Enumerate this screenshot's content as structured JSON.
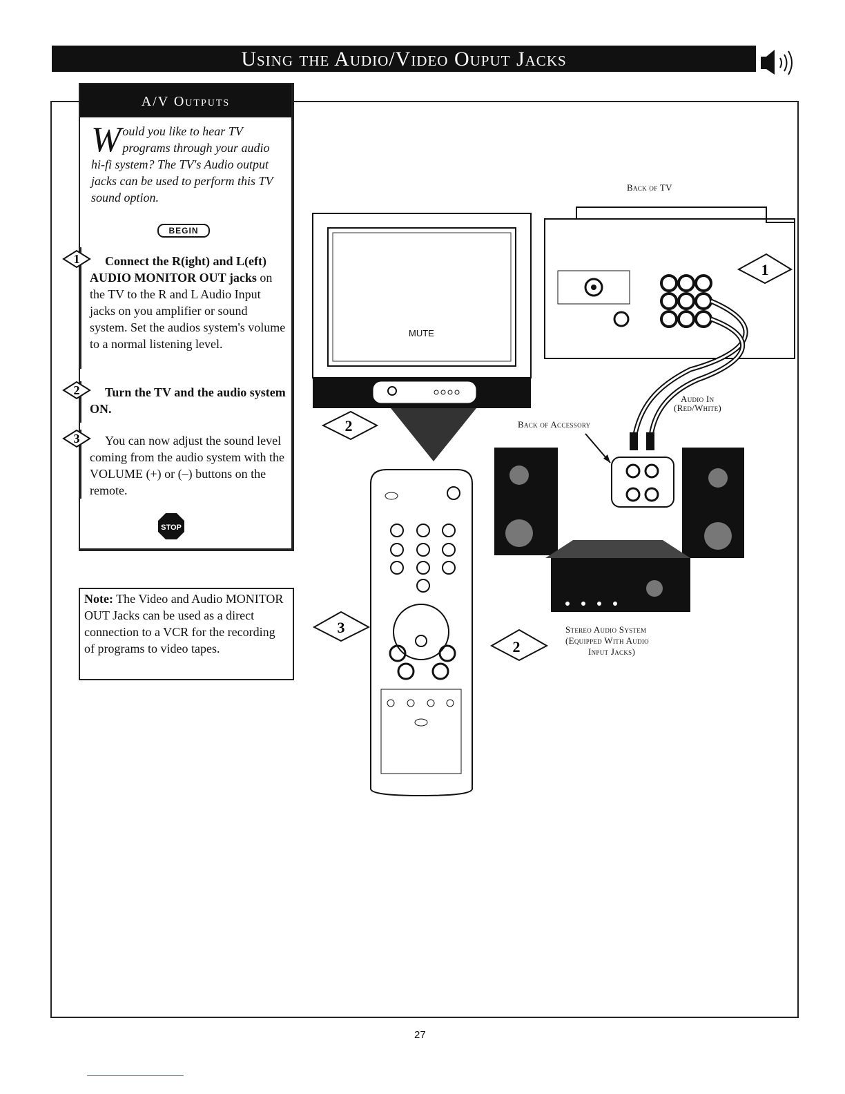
{
  "page": {
    "title": "Using the Audio/Video Ouput Jacks",
    "page_number": "27"
  },
  "panel": {
    "header": "A/V Outputs",
    "intro_dropcap": "W",
    "intro_rest": "ould you like to hear TV programs through your audio hi-fi system? The TV's Audio output jacks can be used to perform this TV sound option.",
    "begin_label": "BEGIN",
    "steps": [
      {
        "number": "1",
        "bold": "Connect the R(ight) and L(eft) AUDIO MONITOR OUT jacks",
        "text": " on the TV to the R and L Audio Input jacks on you amplifier or sound system. Set the audios system's volume to a normal listening level."
      },
      {
        "number": "2",
        "bold": "Turn the TV and the audio system  ON.",
        "text": ""
      },
      {
        "number": "3",
        "bold": "",
        "text": "You can now adjust the sound level coming from the audio system with the VOLUME (+) or (–) buttons on the remote."
      }
    ],
    "stop_label": "STOP"
  },
  "note": {
    "bold": "Note:",
    "text": " The Video and Audio MONITOR OUT Jacks can be used as a direct connection to a VCR for the recording of programs to video tapes."
  },
  "figure": {
    "back_of_tv": "Back of TV",
    "mute": "MUTE",
    "audio_in_line1": "Audio In",
    "audio_in_line2": "(Red/White)",
    "back_of_accessory": "Back of Accessory",
    "stereo_line1": "Stereo Audio System",
    "stereo_line2": "(Equipped With Audio",
    "stereo_line3": "Input Jacks)",
    "callouts": [
      "1",
      "2",
      "2",
      "3"
    ]
  },
  "icons": {
    "title_icon": "speaker-sound-icon",
    "stop_icon": "stop-sign-icon"
  }
}
